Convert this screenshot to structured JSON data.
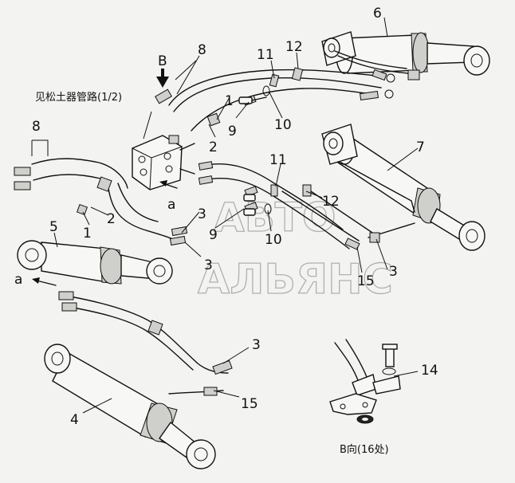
{
  "notes": {
    "see_reference": "见松土器管路(1/2)",
    "view_b": "B向(16处)",
    "view_b_arrow": "B",
    "joint_a_top": "a",
    "joint_a_left": "a"
  },
  "watermark": {
    "line1": "АВТО",
    "line2": "АЛЬЯНС"
  },
  "callouts": {
    "c6": "6",
    "c8_top": "8",
    "c11_top": "11",
    "c12_top": "12",
    "c1_top": "1",
    "c9_top": "9",
    "c10_top": "10",
    "c2_top": "2",
    "c8_left": "8",
    "c7": "7",
    "c11_mid": "11",
    "c12_mid": "12",
    "c3_a": "3",
    "c2_mid": "2",
    "c1_mid": "1",
    "c5": "5",
    "c9_mid": "9",
    "c10_mid": "10",
    "c3_b": "3",
    "c15_mid": "15",
    "c3_c": "3",
    "c3_d": "3",
    "c4": "4",
    "c15_bot": "15",
    "c14": "14"
  }
}
